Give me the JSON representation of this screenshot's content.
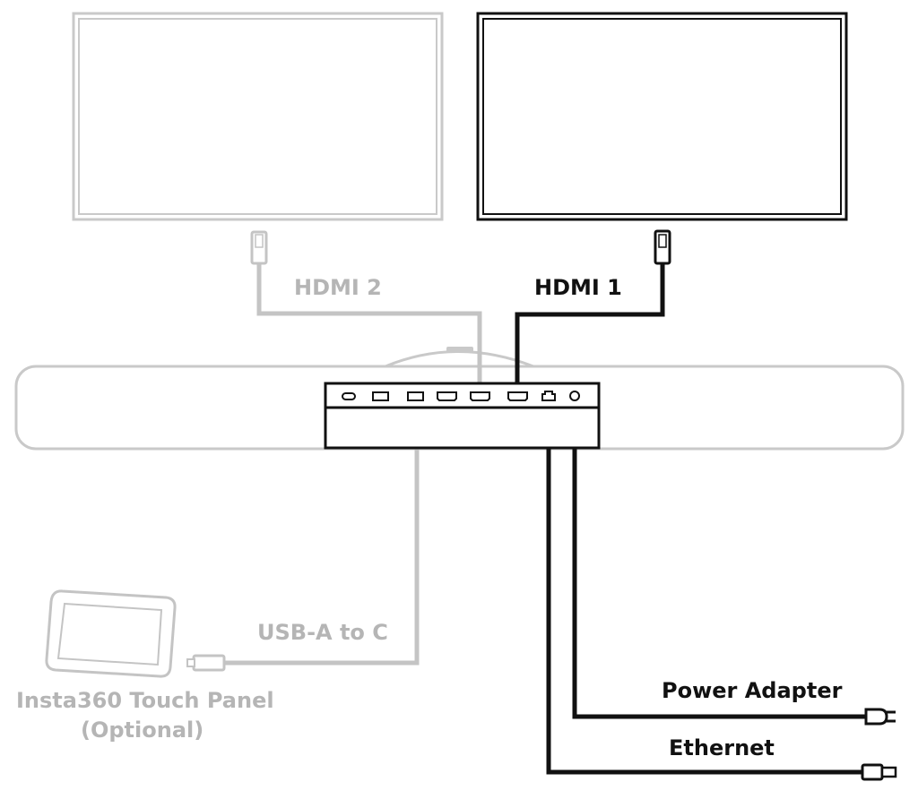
{
  "labels": {
    "hdmi1": "HDMI 1",
    "hdmi2": "HDMI 2",
    "usb": "USB-A to C",
    "touch_panel_line1": "Insta360 Touch Panel",
    "touch_panel_line2": "(Optional)",
    "power": "Power Adapter",
    "ethernet": "Ethernet"
  },
  "colors": {
    "primary": "#111111",
    "secondary": "#c4c4c4"
  }
}
